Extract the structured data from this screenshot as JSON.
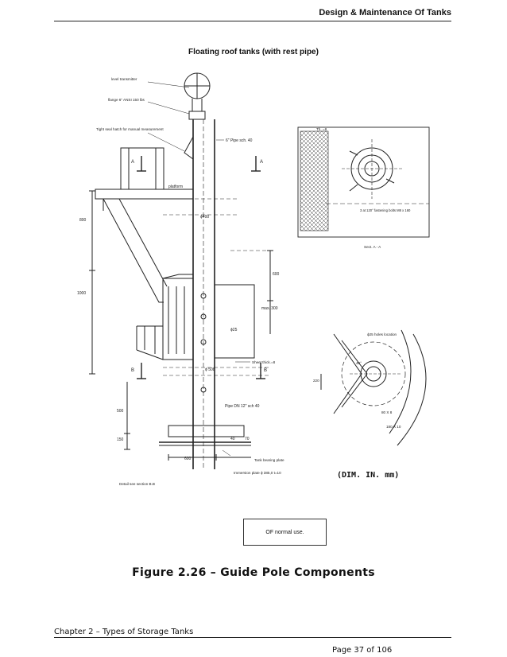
{
  "header": {
    "title": "Design & Maintenance Of Tanks"
  },
  "figure": {
    "title": "Floating roof tanks (with rest pipe)",
    "labels": {
      "level_transmitter": "level transmitter",
      "flange": "flange 6\" ANSI 150 lbs",
      "hatch": "Tight seal hatch for manual measurement",
      "pipe_6": "6\" Pipe sch. 40",
      "platform": "platform",
      "d400": "ϕ400",
      "sect_a": "A",
      "sect_b": "B",
      "dim_800": "800",
      "dim_1000": "1000",
      "dim_600": "600",
      "max_300": "max. 300",
      "d25": "ϕ25",
      "sheet_thick": "Sheet thick.=8",
      "d508": "ϕ 508",
      "dim_500": "500",
      "dim_150": "150",
      "pipe_dn12": "Pipe DN 12\" sch 40",
      "dim_40": "40",
      "dim_70": "70",
      "dim_600b": "600",
      "tank_bearing": "Tank bearing plate",
      "immersion_plate": "Immersion plate ϕ 385,0 t=10",
      "detail_bb": "Detail see section B.B",
      "th": "Th. =8",
      "fastening": "3 at 120° fastening bolts M8 x 160",
      "sect_aa": "Sect. A - A",
      "holes": "ϕ25 holes location",
      "dim_220": "220",
      "dim_40deg": "40°",
      "dim_80": "80 X 8",
      "dim_180": "180 X 10"
    },
    "dim_note": "(DIM. IN. mm)",
    "box_note": "OF normal use."
  },
  "caption": "Figure 2.26 – Guide Pole Components",
  "footer": {
    "chapter": "Chapter 2 – Types of Storage Tanks",
    "page": "Page 37 of 106"
  }
}
